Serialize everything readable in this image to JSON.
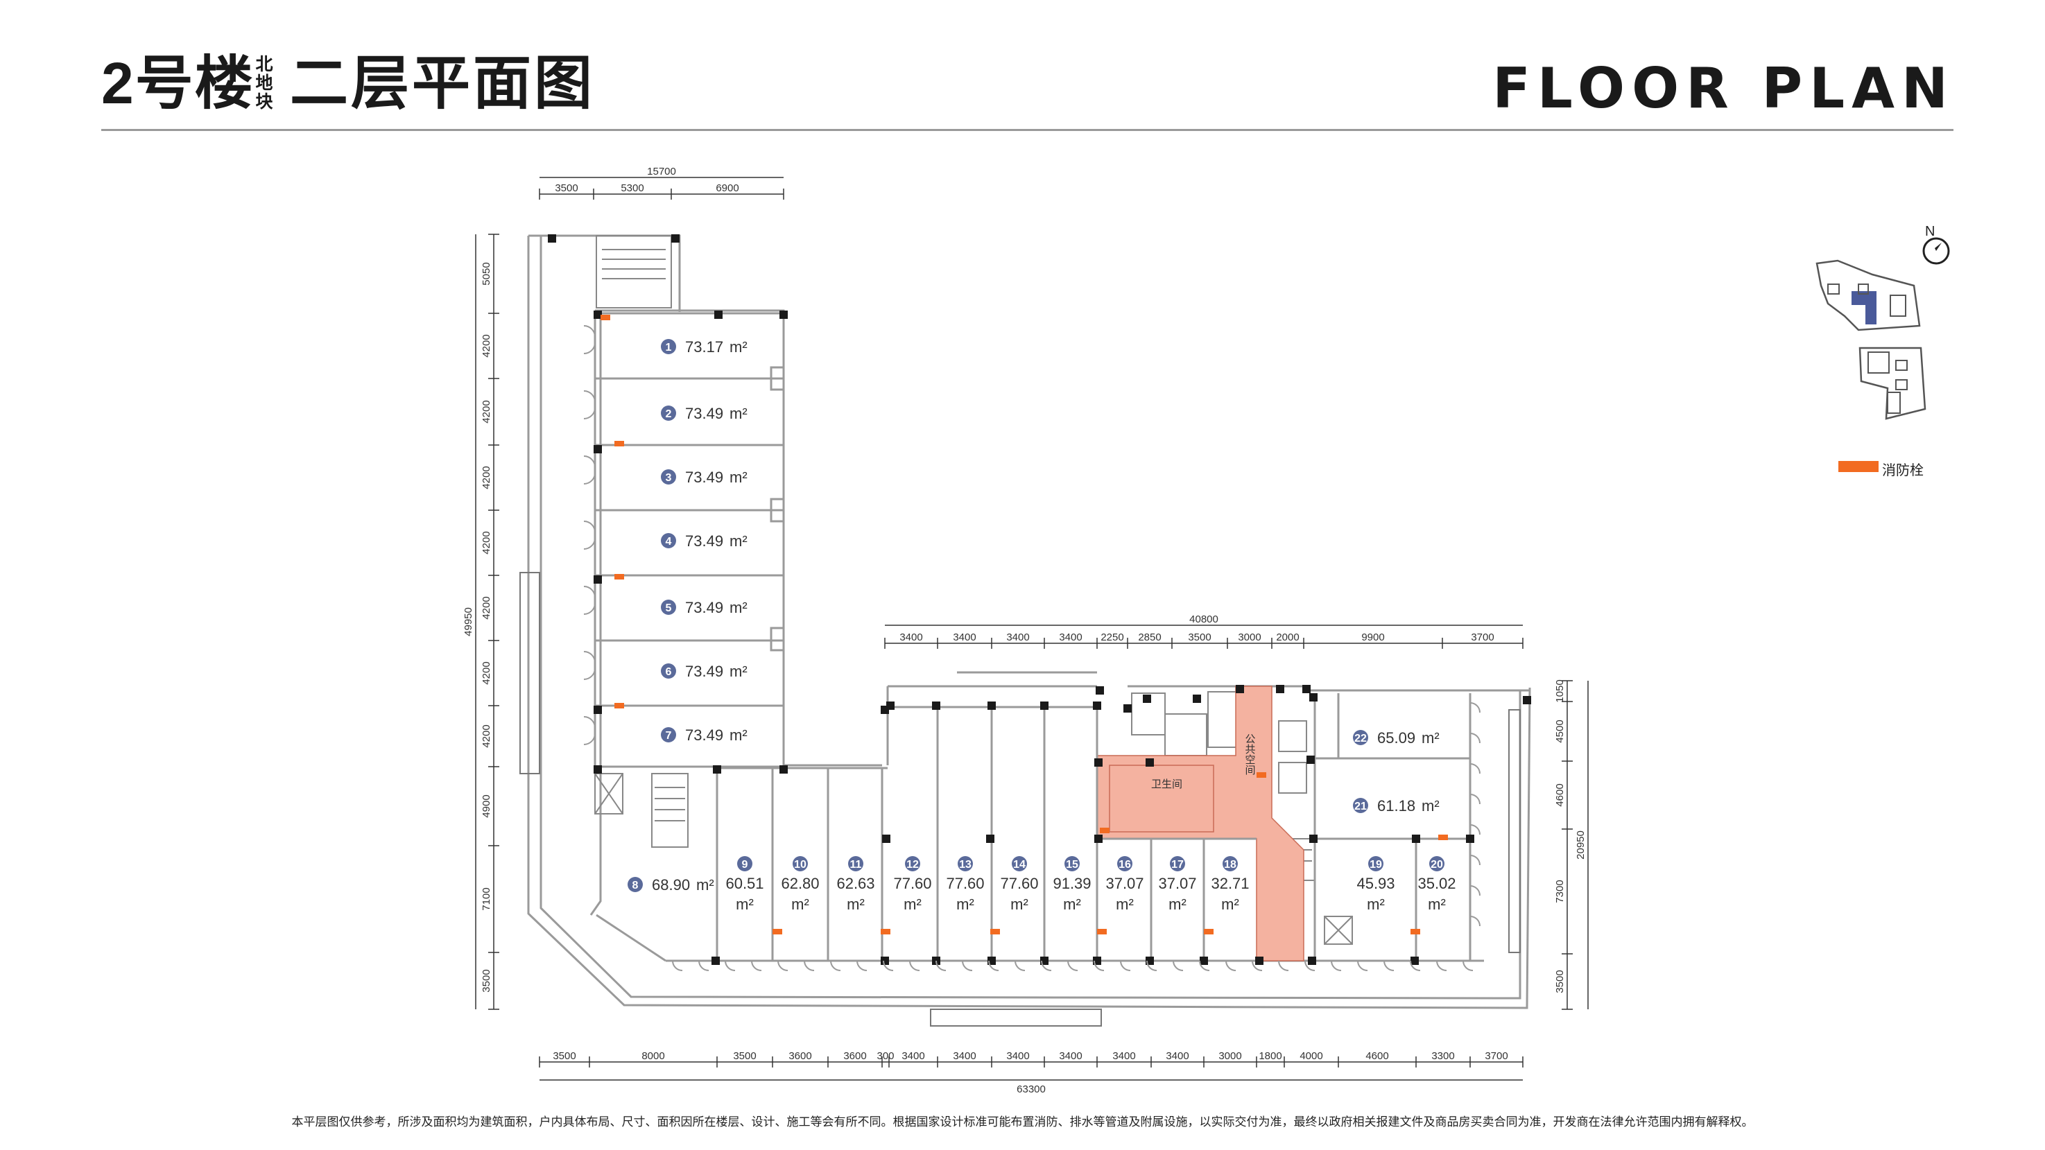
{
  "header": {
    "building": "2号楼",
    "plot": "北地块",
    "floor": "二层平面图",
    "english": "FLOOR PLAN"
  },
  "legend": {
    "fire_hydrant": "消防栓",
    "fire_hydrant_color": "#f26b21"
  },
  "colors": {
    "public_area": "#f4b2a0",
    "badge": "#5a6a9a",
    "wall": "#1a1a1a"
  },
  "compass": {
    "north": "N"
  },
  "labels": {
    "toilet": "卫生间",
    "public_space": "公共空间"
  },
  "units": [
    {
      "no": "1",
      "area": "73.17",
      "unit": "m²"
    },
    {
      "no": "2",
      "area": "73.49",
      "unit": "m²"
    },
    {
      "no": "3",
      "area": "73.49",
      "unit": "m²"
    },
    {
      "no": "4",
      "area": "73.49",
      "unit": "m²"
    },
    {
      "no": "5",
      "area": "73.49",
      "unit": "m²"
    },
    {
      "no": "6",
      "area": "73.49",
      "unit": "m²"
    },
    {
      "no": "7",
      "area": "73.49",
      "unit": "m²"
    },
    {
      "no": "8",
      "area": "68.90",
      "unit": "m²"
    },
    {
      "no": "9",
      "area": "60.51",
      "unit": "m²"
    },
    {
      "no": "10",
      "area": "62.80",
      "unit": "m²"
    },
    {
      "no": "11",
      "area": "62.63",
      "unit": "m²"
    },
    {
      "no": "12",
      "area": "77.60",
      "unit": "m²"
    },
    {
      "no": "13",
      "area": "77.60",
      "unit": "m²"
    },
    {
      "no": "14",
      "area": "77.60",
      "unit": "m²"
    },
    {
      "no": "15",
      "area": "91.39",
      "unit": "m²"
    },
    {
      "no": "16",
      "area": "37.07",
      "unit": "m²"
    },
    {
      "no": "17",
      "area": "37.07",
      "unit": "m²"
    },
    {
      "no": "18",
      "area": "32.71",
      "unit": "m²"
    },
    {
      "no": "19",
      "area": "45.93",
      "unit": "m²"
    },
    {
      "no": "20",
      "area": "35.02",
      "unit": "m²"
    },
    {
      "no": "21",
      "area": "61.18",
      "unit": "m²"
    },
    {
      "no": "22",
      "area": "65.09",
      "unit": "m²"
    }
  ],
  "dims": {
    "top_total": "15700",
    "top": [
      "3500",
      "5300",
      "6900"
    ],
    "left_total": "49950",
    "left": [
      "5050",
      "4200",
      "4200",
      "4200",
      "4200",
      "4200",
      "4200",
      "4200",
      "4900",
      "7100",
      "3500"
    ],
    "mid_total": "40800",
    "mid": [
      "3400",
      "3400",
      "3400",
      "3400",
      "2250",
      "2850",
      "3500",
      "3000",
      "2000",
      "9900",
      "3700"
    ],
    "right_total": "20950",
    "right": [
      "1050",
      "4500",
      "4600",
      "7300",
      "3500"
    ],
    "bottom_total": "63300",
    "bottom": [
      "3500",
      "8000",
      "3500",
      "3600",
      "3600",
      "300",
      "3400",
      "3400",
      "3400",
      "3400",
      "3400",
      "3400",
      "3000",
      "1800",
      "4000",
      "4600",
      "3300",
      "3700"
    ]
  },
  "footer": "本平层图仅供参考，所涉及面积均为建筑面积，户内具体布局、尺寸、面积因所在楼层、设计、施工等会有所不同。根据国家设计标准可能布置消防、排水等管道及附属设施，以实际交付为准，最终以政府相关报建文件及商品房买卖合同为准，开发商在法律允许范围内拥有解释权。"
}
